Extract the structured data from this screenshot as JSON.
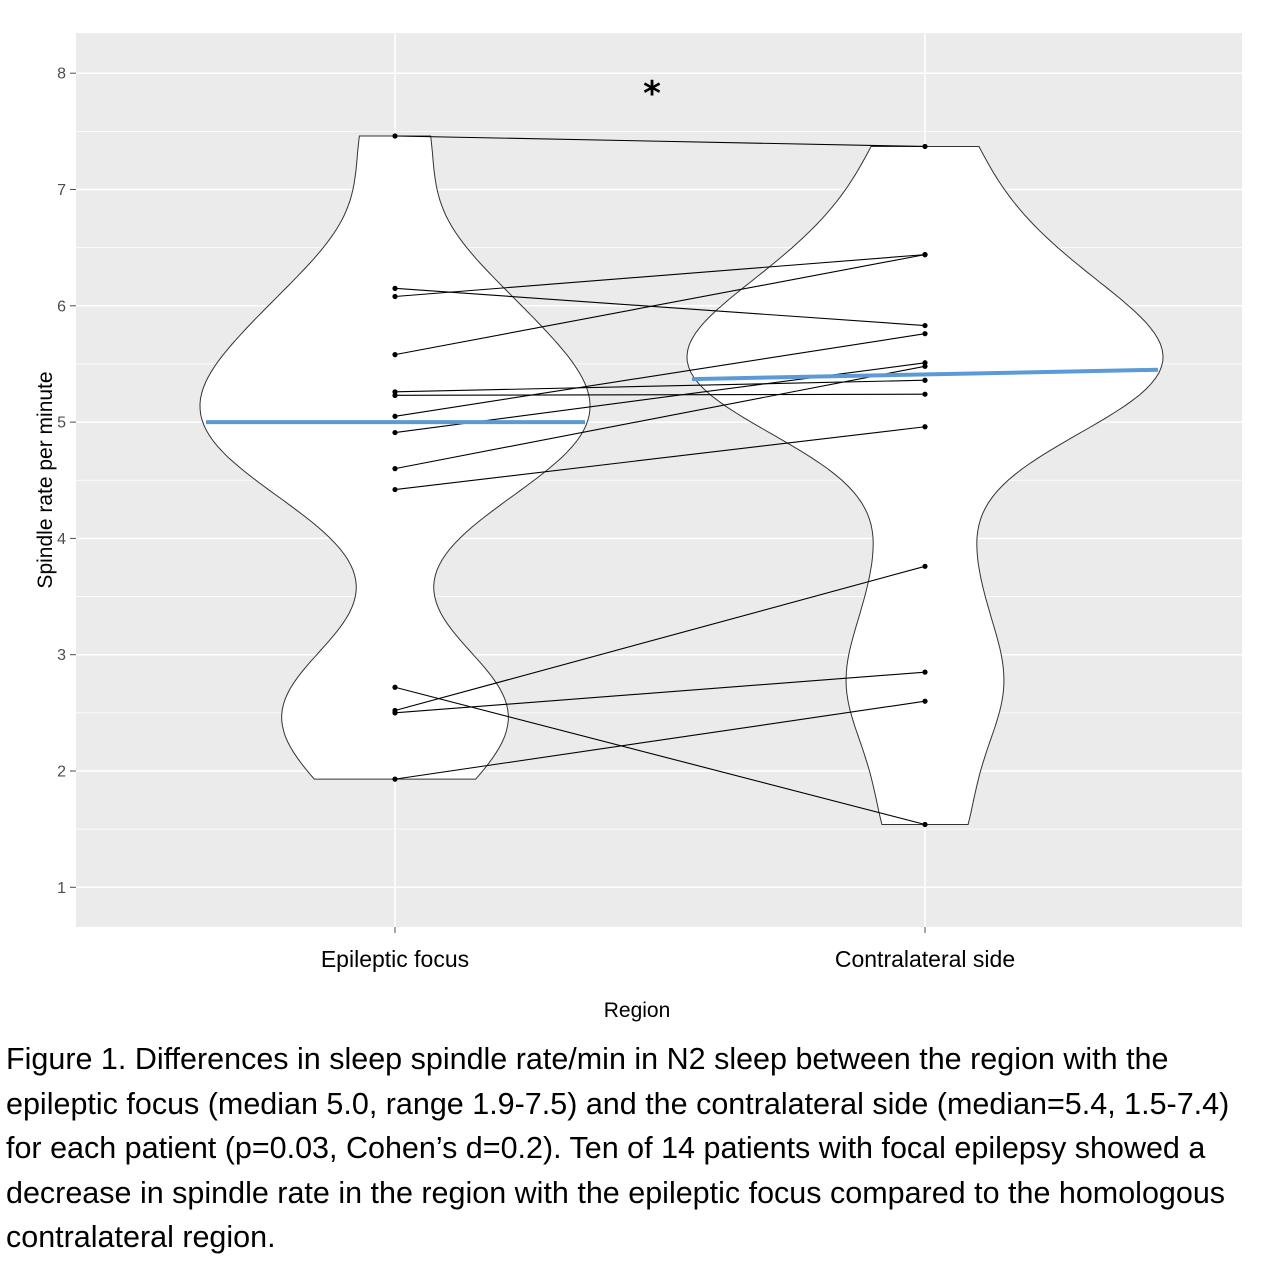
{
  "chart_data": {
    "type": "violin",
    "categories": [
      "Epileptic focus",
      "Contralateral side"
    ],
    "xlabel": "Region",
    "ylabel": "Spindle rate per minute",
    "ylim": [
      0.65,
      8.3
    ],
    "yticks": [
      1,
      2,
      3,
      4,
      5,
      6,
      7,
      8
    ],
    "grid": true,
    "significance_marker": "*",
    "medians": [
      5.0,
      5.4
    ],
    "ranges": [
      [
        1.93,
        7.46
      ],
      [
        1.54,
        7.37
      ]
    ],
    "series": [
      {
        "values": [
          7.46,
          7.37
        ]
      },
      {
        "values": [
          6.15,
          5.83
        ]
      },
      {
        "values": [
          6.08,
          6.44
        ]
      },
      {
        "values": [
          5.58,
          6.44
        ]
      },
      {
        "values": [
          5.26,
          5.36
        ]
      },
      {
        "values": [
          5.23,
          5.24
        ]
      },
      {
        "values": [
          5.05,
          5.76
        ]
      },
      {
        "values": [
          4.91,
          5.51
        ]
      },
      {
        "values": [
          4.6,
          5.48
        ]
      },
      {
        "values": [
          4.42,
          4.96
        ]
      },
      {
        "values": [
          2.72,
          1.54
        ]
      },
      {
        "values": [
          2.52,
          3.76
        ]
      },
      {
        "values": [
          2.5,
          2.85
        ]
      },
      {
        "values": [
          1.93,
          2.6
        ]
      }
    ],
    "colors": {
      "panel": "#ebebeb",
      "grid": "#ffffff",
      "median": "#5b9bd5",
      "violin": "#ffffff",
      "outline": "#333333",
      "line": "#000000"
    }
  },
  "caption": "Figure 1. Differences in sleep spindle rate/min in N2 sleep between the region with the epileptic focus (median 5.0, range 1.9-7.5) and the contralateral side (median=5.4, 1.5-7.4) for each patient (p=0.03, Cohen’s d=0.2). Ten of 14 patients with focal epilepsy showed a decrease in spindle rate in the region with the epileptic focus compared to the homologous contralateral region."
}
